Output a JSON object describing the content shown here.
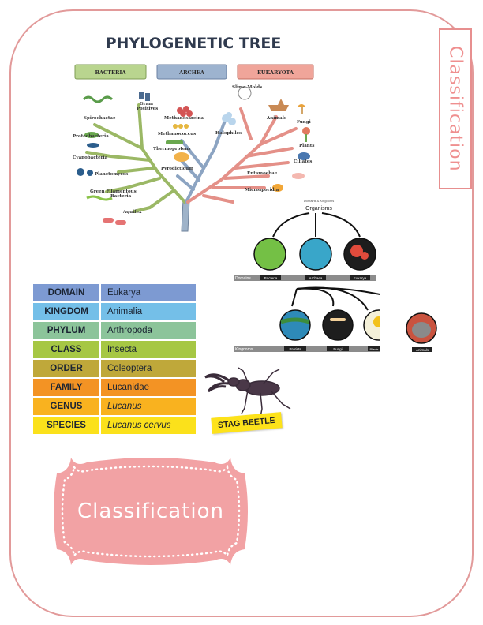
{
  "side_tab": {
    "label": "Classification"
  },
  "tree": {
    "title": "PHYLOGENETIC TREE",
    "domains": [
      {
        "label": "BACTERIA",
        "color": "#a9c98a"
      },
      {
        "label": "ARCHEA",
        "color": "#8ea6c3"
      },
      {
        "label": "EUKARYOTA",
        "color": "#e89a8f"
      }
    ],
    "labels": {
      "spirochaetae": "Spirochaetae",
      "gram_positives_1": "Gram",
      "gram_positives_2": "Positives",
      "proteobacteria": "Proteobacteria",
      "cyanobacteria": "Cyanobacteria",
      "planctomyces": "Planctomyces",
      "green_filamentous_1": "Green Filamentous",
      "green_filamentous_2": "Bacteria",
      "aquifex": "Aquifex",
      "methanosarcina": "Methanosarcina",
      "methanococcus": "Methanococcus",
      "thermoproteus": "Thermoproteus",
      "pyrodicticum": "Pyrodicticum",
      "halophiles": "Halophiles",
      "slime_molds": "Slime Molds",
      "animals": "Animals",
      "fungi": "Fungi",
      "plants": "Plants",
      "ciliates": "Ciliates",
      "entamoebae": "Entamoebae",
      "microsporidia": "Microsporidia"
    }
  },
  "organisms": {
    "header_small": "Domains & Kingdoms",
    "header": "Organisms",
    "domains_bar_label": "Domains",
    "domains": [
      "Bacteria",
      "Archaea",
      "Eukarya"
    ],
    "kingdoms_bar_label": "Kingdoms",
    "kingdoms": [
      "Protists",
      "Fungi",
      "Plants",
      "Animals"
    ]
  },
  "taxonomy": [
    {
      "rank": "DOMAIN",
      "value": "Eukarya",
      "italic": false,
      "color": "#7d9ad2"
    },
    {
      "rank": "KINGDOM",
      "value": "Animalia",
      "italic": false,
      "color": "#74bfe8"
    },
    {
      "rank": "PHYLUM",
      "value": "Arthropoda",
      "italic": false,
      "color": "#8cc49a"
    },
    {
      "rank": "CLASS",
      "value": "Insecta",
      "italic": false,
      "color": "#a6c744"
    },
    {
      "rank": "ORDER",
      "value": "Coleoptera",
      "italic": false,
      "color": "#bfa83a"
    },
    {
      "rank": "FAMILY",
      "value": "Lucanidae",
      "italic": false,
      "color": "#f39324"
    },
    {
      "rank": "GENUS",
      "value": "Lucanus",
      "italic": true,
      "color": "#f9b21f"
    },
    {
      "rank": "SPECIES",
      "value": "Lucanus cervus",
      "italic": true,
      "color": "#fbe11b"
    }
  ],
  "beetle": {
    "caption": "STAG BEETLE"
  },
  "badge": {
    "label": "Classification",
    "color": "#f2a2a4"
  }
}
